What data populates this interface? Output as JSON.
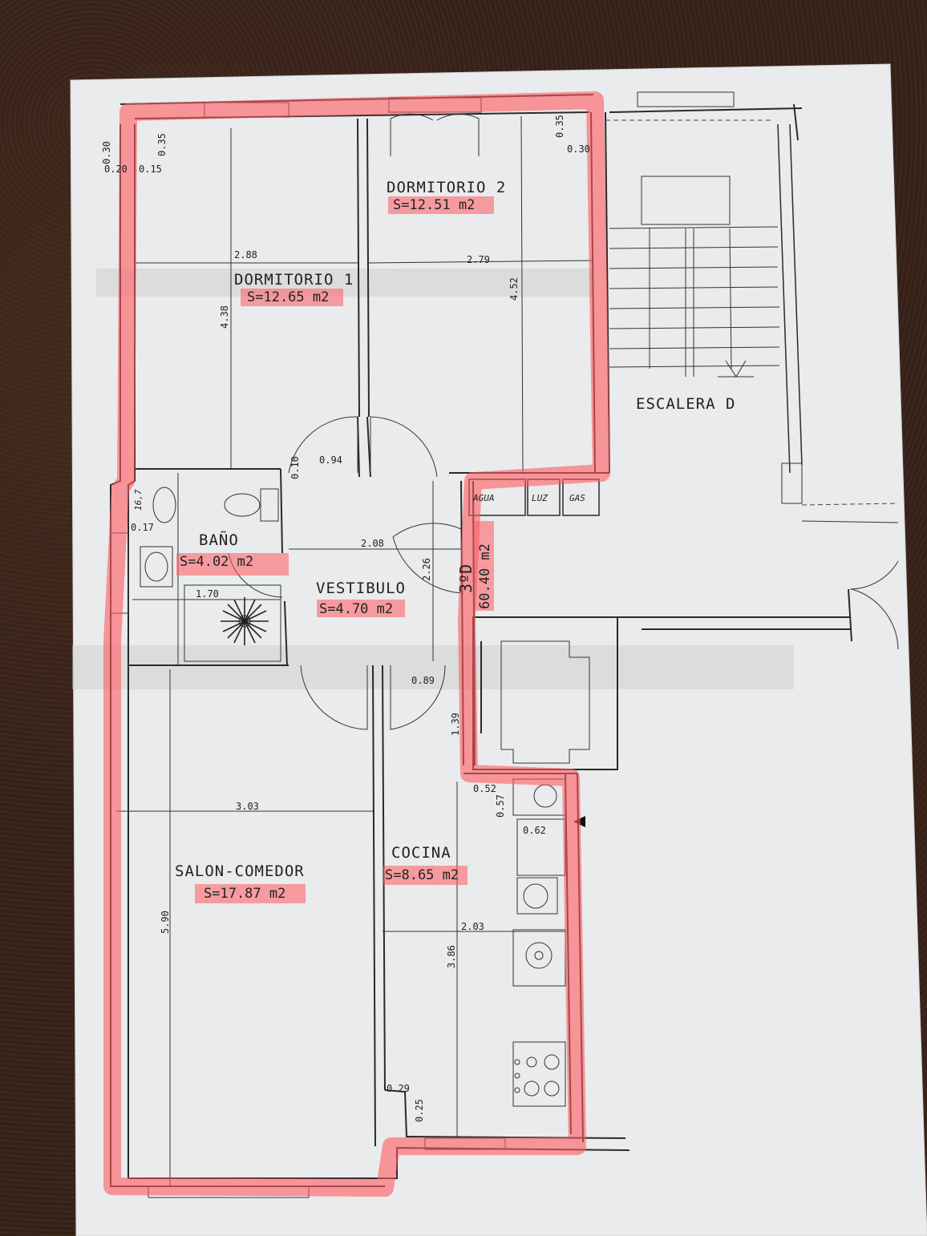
{
  "rooms": {
    "dormitorio2": {
      "name": "DORMITORIO 2",
      "area": "S=12.51 m2"
    },
    "dormitorio1": {
      "name": "DORMITORIO 1",
      "area": "S=12.65 m2"
    },
    "bano": {
      "name": "BAÑO",
      "area": "S=4.02 m2"
    },
    "vestibulo": {
      "name": "VESTIBULO",
      "area": "S=4.70 m2"
    },
    "salon": {
      "name": "SALON-COMEDOR",
      "area": "S=17.87 m2"
    },
    "cocina": {
      "name": "COCINA",
      "area": "S=8.65 m2"
    },
    "escalera": {
      "name": "ESCALERA D"
    }
  },
  "meters": {
    "agua": "AGUA",
    "luz": "LUZ",
    "gas": "GAS"
  },
  "unit": {
    "code": "3ºD",
    "total": "60.40 m2"
  },
  "dimensions": {
    "d030a": "0.30",
    "d020": "0.20",
    "d015": "0.15",
    "d035a": "0.35",
    "d035b": "0.35",
    "d030b": "0.30",
    "d288": "2.88",
    "d279": "2.79",
    "d438": "4.38",
    "d452": "4.52",
    "d094": "0.94",
    "d010": "0.10",
    "d017": "0.17",
    "d208": "2.08",
    "d226": "2.26",
    "d170": "1.70",
    "d089": "0.89",
    "d139": "1.39",
    "d052": "0.52",
    "d057": "0.57",
    "d062": "0.62",
    "d303": "3.03",
    "d203": "2.03",
    "d386": "3.86",
    "d590": "5.90",
    "d029": "0.29",
    "d025": "0.25",
    "d167": "16,7"
  }
}
